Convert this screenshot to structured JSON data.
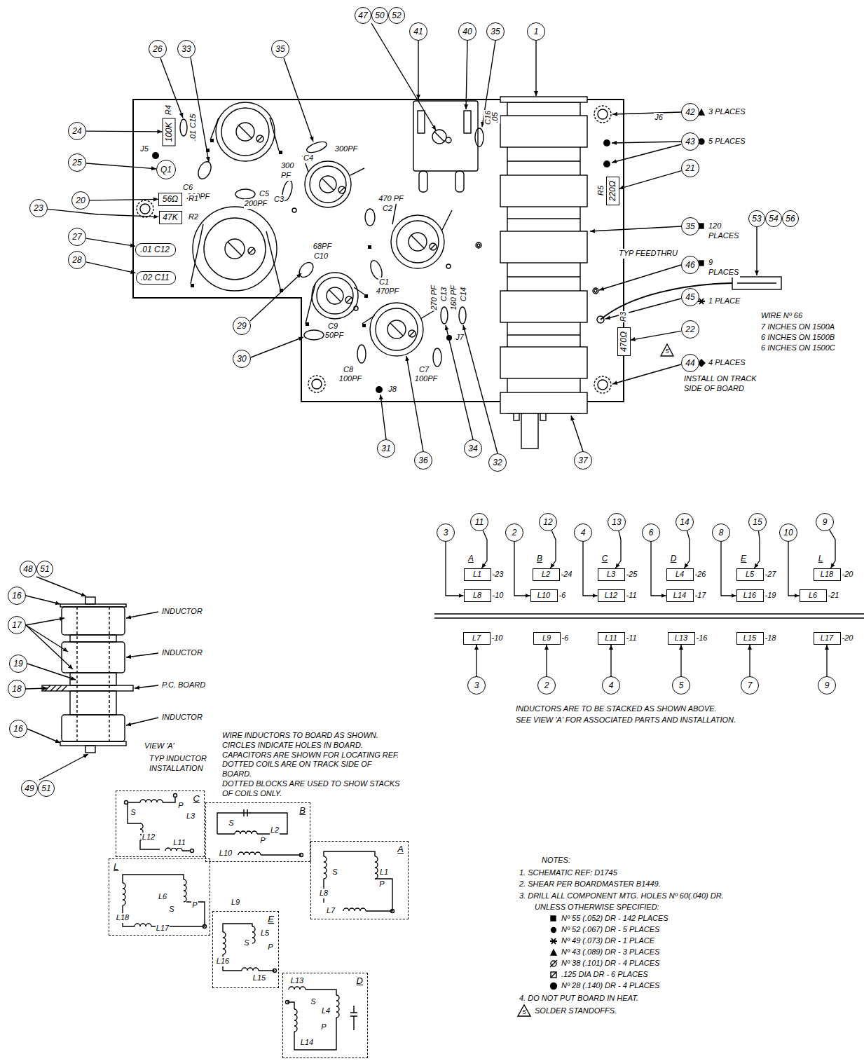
{
  "diagram": {
    "nodes": [
      {
        "text": [
          "47"
        ]
      },
      {
        "text": [
          "50"
        ]
      },
      {
        "text": [
          "52"
        ]
      },
      {
        "text": [
          "41"
        ]
      },
      {
        "text": [
          "40"
        ]
      },
      {
        "text": [
          "35"
        ]
      },
      {
        "text": [
          "1"
        ]
      },
      {
        "text": [
          "26"
        ]
      },
      {
        "text": [
          "33"
        ]
      },
      {
        "text": [
          "35"
        ]
      },
      {
        "text": [
          "42"
        ]
      },
      {
        "text": [
          "24"
        ]
      },
      {
        "text": [
          "43"
        ]
      },
      {
        "text": [
          "100K"
        ]
      },
      {
        "text": [
          "25"
        ]
      },
      {
        "text": [
          "Q1"
        ]
      },
      {
        "text": [
          "21"
        ]
      },
      {
        "text": [
          "220Ω"
        ]
      },
      {
        "text": [
          "20"
        ]
      },
      {
        "text": [
          "23"
        ]
      },
      {
        "text": [
          "56Ω"
        ]
      },
      {
        "text": [
          "47K"
        ]
      },
      {
        "text": [
          "35"
        ]
      },
      {
        "text": [
          "53"
        ]
      },
      {
        "text": [
          "54"
        ]
      },
      {
        "text": [
          "56"
        ]
      },
      {
        "text": [
          "27"
        ]
      },
      {
        "text": [
          ".01 C12"
        ]
      },
      {
        "text": [
          "28"
        ]
      },
      {
        "text": [
          ".02 C11"
        ]
      },
      {
        "text": [
          "46"
        ]
      },
      {
        "text": [
          "45"
        ]
      },
      {
        "text": [
          "29"
        ]
      },
      {
        "text": [
          "470Ω"
        ]
      },
      {
        "text": [
          "22"
        ]
      },
      {
        "text": [
          "30"
        ]
      },
      {
        "text": [
          "44"
        ]
      },
      {
        "text": [
          "31"
        ]
      },
      {
        "text": [
          "36"
        ]
      },
      {
        "text": [
          "34"
        ]
      },
      {
        "text": [
          "32"
        ]
      },
      {
        "text": [
          "37"
        ]
      },
      {
        "text": [
          "11"
        ]
      },
      {
        "text": [
          "12"
        ]
      },
      {
        "text": [
          "13"
        ]
      },
      {
        "text": [
          "14"
        ]
      },
      {
        "text": [
          "15"
        ]
      },
      {
        "text": [
          "9"
        ]
      },
      {
        "text": [
          "3"
        ]
      },
      {
        "text": [
          "2"
        ]
      },
      {
        "text": [
          "4"
        ]
      },
      {
        "text": [
          "6"
        ]
      },
      {
        "text": [
          "8"
        ]
      },
      {
        "text": [
          "10"
        ]
      },
      {
        "text": [
          "L1",
          "-23"
        ]
      },
      {
        "text": [
          "L2",
          "-24"
        ]
      },
      {
        "text": [
          "L3",
          "-25"
        ]
      },
      {
        "text": [
          "L4",
          "-26"
        ]
      },
      {
        "text": [
          "L5",
          "-27"
        ]
      },
      {
        "text": [
          "L18",
          "-20"
        ]
      },
      {
        "text": [
          "L8",
          "-10"
        ]
      },
      {
        "text": [
          "L10",
          "-6"
        ]
      },
      {
        "text": [
          "L12",
          "-11"
        ]
      },
      {
        "text": [
          "L14",
          "-17"
        ]
      },
      {
        "text": [
          "L16",
          "-19"
        ]
      },
      {
        "text": [
          "L6",
          "-21"
        ]
      },
      {
        "text": [
          "L7",
          "-10"
        ]
      },
      {
        "text": [
          "L9",
          "-6"
        ]
      },
      {
        "text": [
          "L11",
          "-11"
        ]
      },
      {
        "text": [
          "L13",
          "-16"
        ]
      },
      {
        "text": [
          "L15",
          "-18"
        ]
      },
      {
        "text": [
          "L17",
          "-20"
        ]
      },
      {
        "text": [
          "3"
        ]
      },
      {
        "text": [
          "2"
        ]
      },
      {
        "text": [
          "4"
        ]
      },
      {
        "text": [
          "5"
        ]
      },
      {
        "text": [
          "7"
        ]
      },
      {
        "text": [
          "9"
        ]
      },
      {
        "text": [
          "48"
        ]
      },
      {
        "text": [
          "51"
        ]
      },
      {
        "text": [
          "16"
        ]
      },
      {
        "text": [
          "17"
        ]
      },
      {
        "text": [
          "19"
        ]
      },
      {
        "text": [
          "18"
        ]
      },
      {
        "text": [
          "16"
        ]
      },
      {
        "text": [
          "49"
        ]
      },
      {
        "text": [
          "51"
        ]
      },
      {
        "text": [
          "C"
        ]
      },
      {
        "text": [
          "B"
        ]
      },
      {
        "text": [
          "A"
        ]
      },
      {
        "text": [
          "L"
        ]
      },
      {
        "text": [
          "E"
        ]
      },
      {
        "text": [
          "D"
        ]
      }
    ],
    "edges": [
      {
        "from": 11,
        "to": 13,
        "arrow": "to"
      },
      {
        "from": 14,
        "to": 15,
        "arrow": "to"
      },
      {
        "from": 18,
        "to": 20,
        "arrow": "to"
      },
      {
        "from": 19,
        "to": 21,
        "arrow": "to"
      },
      {
        "from": 26,
        "to": 27,
        "arrow": "to"
      },
      {
        "from": 28,
        "to": 29,
        "arrow": "to"
      },
      {
        "from": 16,
        "to": 17,
        "arrow": "to"
      },
      {
        "from": 34,
        "to": 33,
        "arrow": "to"
      },
      {
        "from": 42,
        "to": 54,
        "arrow": "to"
      },
      {
        "from": 48,
        "to": 60,
        "arrow": "to"
      },
      {
        "from": 43,
        "to": 55,
        "arrow": "to"
      },
      {
        "from": 49,
        "to": 61,
        "arrow": "to"
      },
      {
        "from": 44,
        "to": 56,
        "arrow": "to"
      },
      {
        "from": 50,
        "to": 62,
        "arrow": "to"
      },
      {
        "from": 45,
        "to": 57,
        "arrow": "to"
      },
      {
        "from": 51,
        "to": 63,
        "arrow": "to"
      },
      {
        "from": 46,
        "to": 58,
        "arrow": "to"
      },
      {
        "from": 52,
        "to": 64,
        "arrow": "to"
      },
      {
        "from": 47,
        "to": 59,
        "arrow": "to"
      },
      {
        "from": 53,
        "to": 65,
        "arrow": "to"
      },
      {
        "from": 72,
        "to": 66,
        "arrow": "to"
      },
      {
        "from": 73,
        "to": 67,
        "arrow": "to"
      },
      {
        "from": 74,
        "to": 68,
        "arrow": "to"
      },
      {
        "from": 75,
        "to": 69,
        "arrow": "to"
      },
      {
        "from": 76,
        "to": 70,
        "arrow": "to"
      },
      {
        "from": 77,
        "to": 71,
        "arrow": "to"
      }
    ],
    "labels": [
      "J5",
      "R4",
      ".01 C15",
      "C6",
      "200PF",
      "C5",
      "200PF",
      "C3",
      "300 PF",
      "C4",
      "300PF",
      "470 PF",
      "C2",
      "C1",
      "470PF",
      "68PF",
      "C10",
      "C9",
      "50PF",
      "C8",
      "100PF",
      "C7",
      "100PF",
      "270 PF",
      "C13",
      "160 PF",
      "C14",
      "J7",
      "J8",
      "C16",
      ".05",
      "J6",
      "R5",
      "R1",
      "R2",
      "R3",
      "3 PLACES",
      "5 PLACES",
      "120 PLACES",
      "TYP FEEDTHRU",
      "9 PLACES",
      "1 PLACE",
      "WIRE Nº 66",
      "7 INCHES ON 1500A",
      "6 INCHES ON 1500B",
      "6 INCHES ON 1500C",
      "5",
      "4 PLACES",
      "INSTALL ON TRACK SIDE OF BOARD",
      "A",
      "B",
      "C",
      "D",
      "E",
      "L",
      "INDUCTORS ARE TO BE STACKED AS SHOWN ABOVE.",
      "SEE VIEW 'A' FOR ASSOCIATED PARTS AND INSTALLATION.",
      "INDUCTOR",
      "INDUCTOR",
      "P.C. BOARD",
      "INDUCTOR",
      "VIEW 'A'",
      "TYP INDUCTOR INSTALLATION",
      "WIRE INDUCTORS TO BOARD AS SHOWN.",
      "CIRCLES INDICATE HOLES IN BOARD.",
      "CAPACITORS ARE SHOWN FOR LOCATING REF.",
      "DOTTED COILS ARE ON TRACK SIDE OF BOARD.",
      "DOTTED BLOCKS ARE USED TO SHOW STACKS OF COILS ONLY.",
      "S",
      "P",
      "L3",
      "L12",
      "L11",
      "S",
      "P",
      "L2",
      "L10",
      "S",
      "L1",
      "P",
      "L8",
      "L7",
      "L6",
      "S",
      "P",
      "L18",
      "L17",
      "L9",
      "L5",
      "S",
      "P",
      "L16",
      "L15",
      "L13",
      "S",
      "L4",
      "P",
      "L14",
      "NOTES:",
      "1. SCHEMATIC REF: D1745",
      "2. SHEAR PER BOARDMASTER B1449.",
      "3. DRILL ALL COMPONENT MTG. HOLES Nº 60(.040) DR.",
      "UNLESS OTHERWISE SPECIFIED:",
      "Nº 55 (.052) DR - 142 PLACES",
      "Nº 52 (.067) DR - 5 PLACES",
      "Nº 49 (.073) DR - 1 PLACE",
      "Nº 43 (.089) DR - 3 PLACES",
      "Nº 38 (.101) DR - 4 PLACES",
      ".125 DIA DR - 6 PLACES",
      "Nº 28 (.140) DR - 4 PLACES",
      "4. DO NOT PUT BOARD IN HEAT.",
      "5",
      "SOLDER STANDOFFS."
    ]
  }
}
